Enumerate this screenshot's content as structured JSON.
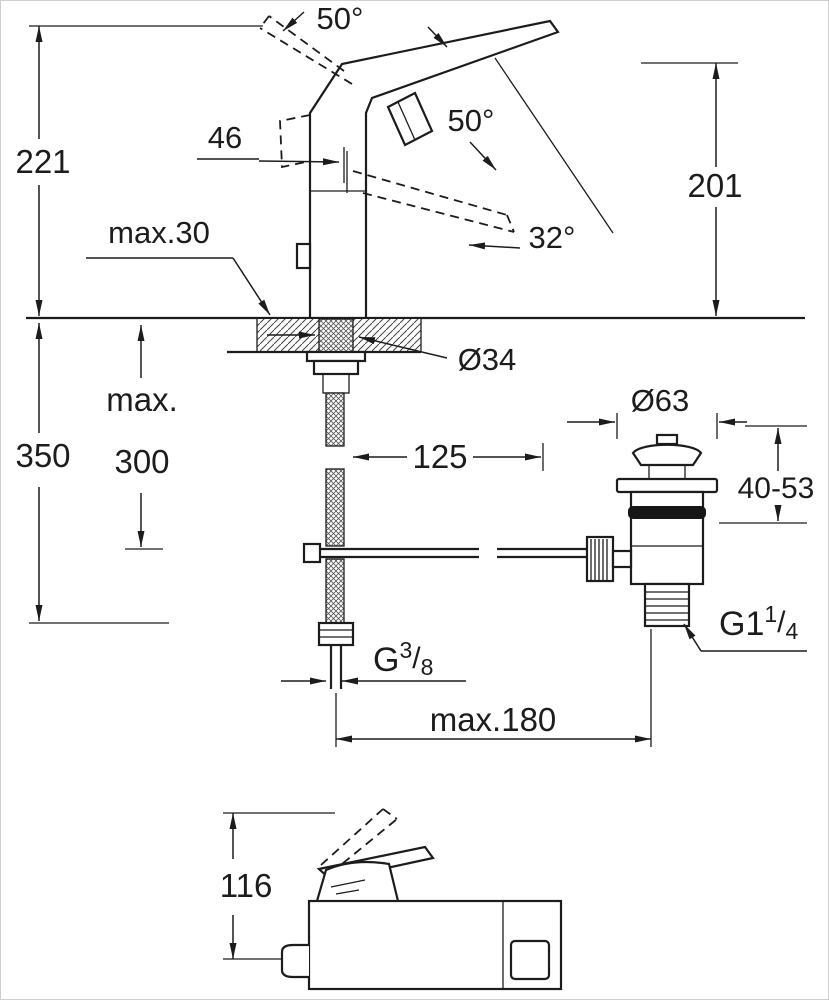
{
  "drawing": {
    "angles": {
      "handle_swing_top": "50°",
      "handle_swing_side": "50°",
      "spout_swivel": "32°"
    },
    "dimensions": {
      "handle_offset": "46",
      "height_above_deck": "221",
      "max_deck_thickness": "max.30",
      "spout_height": "201",
      "mounting_hole": "Ø34",
      "max_label": "max.",
      "below_deck_300": "300",
      "below_deck_total": "350",
      "rod_reach": "125",
      "waste_flange": "Ø63",
      "waste_deck_range": "40-53",
      "max_drain_distance": "max.180",
      "side_height": "116"
    },
    "threads": {
      "supply": {
        "base": "G",
        "sup": "3",
        "slash": "/",
        "sub": "8"
      },
      "waste": {
        "base": "G1",
        "sup": "1",
        "slash": "/",
        "sub": "4"
      }
    },
    "colors": {
      "line": "#1c1c1c",
      "background": "#ffffff"
    }
  }
}
